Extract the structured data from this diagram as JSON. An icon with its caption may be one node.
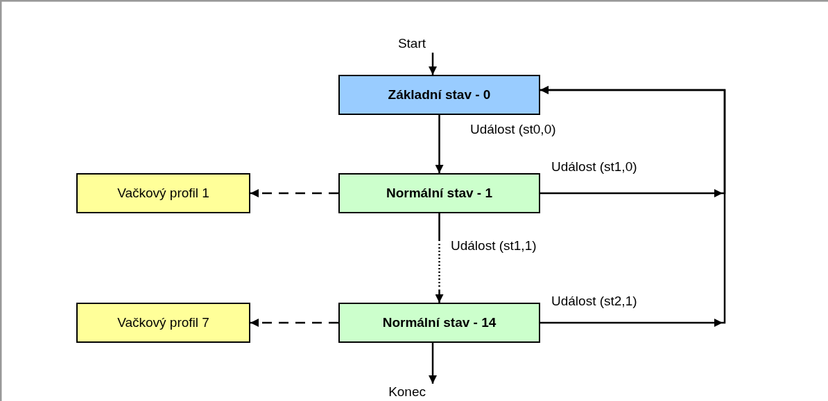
{
  "diagram": {
    "nodes": [
      {
        "text": [
          "Start"
        ]
      },
      {
        "text": [
          "Základní stav - 0"
        ]
      },
      {
        "text": [
          "Vačkový profil 1"
        ]
      },
      {
        "text": [
          "Normální stav - 1"
        ]
      },
      {
        "text": [
          "Vačkový profil 7"
        ]
      },
      {
        "text": [
          "Normální stav - 14"
        ]
      },
      {
        "text": [
          "Konec"
        ]
      }
    ],
    "edges": [
      {
        "from": 0,
        "to": 1,
        "arrow": "to"
      },
      {
        "from": 1,
        "to": 3,
        "arrow": "to",
        "label": "Událost (st0,0)"
      },
      {
        "from": 3,
        "to": 1,
        "arrow": "to",
        "label": "Událost (st1,0)"
      },
      {
        "from": 3,
        "to": 5,
        "arrow": "to",
        "label": "Událost (st1,1)",
        "style": "dashed"
      },
      {
        "from": 5,
        "to": 1,
        "arrow": "to",
        "label": "Událost (st2,1)"
      },
      {
        "from": 3,
        "to": 2,
        "arrow": "to",
        "style": "dashed"
      },
      {
        "from": 5,
        "to": 4,
        "arrow": "to",
        "style": "dashed"
      },
      {
        "from": 5,
        "to": 6,
        "arrow": "to"
      }
    ]
  }
}
